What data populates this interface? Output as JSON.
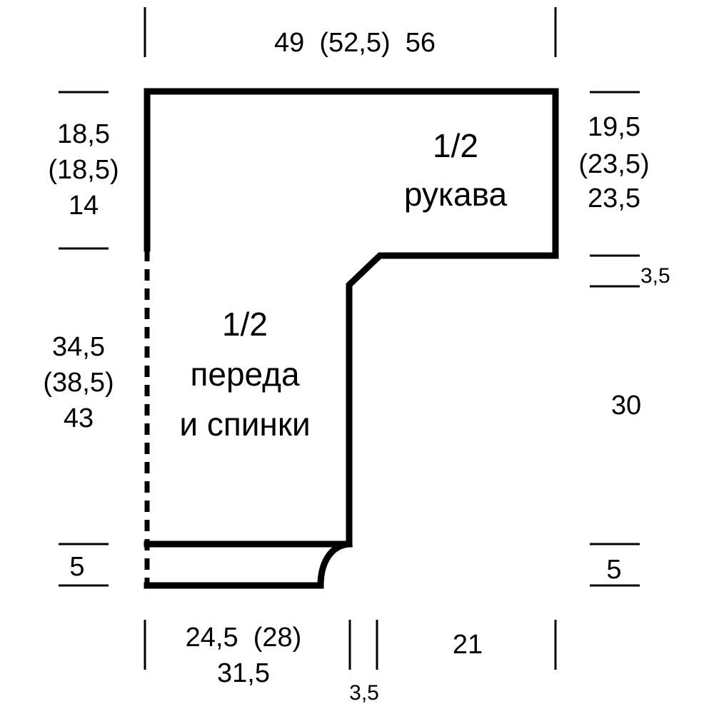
{
  "pieces": {
    "sleeve": {
      "line1": "1/2",
      "line2": "рукава"
    },
    "body": {
      "line1": "1/2",
      "line2": "переда",
      "line3": "и спинки"
    }
  },
  "dimensions": {
    "top_width": "49  (52,5)  56",
    "left_sleeve": [
      "18,5",
      "(18,5)",
      "14"
    ],
    "right_sleeve": [
      "19,5",
      "(23,5)",
      "23,5"
    ],
    "right_step": "3,5",
    "left_body": [
      "34,5",
      "(38,5)",
      "43"
    ],
    "right_body": "30",
    "left_rib": "5",
    "right_rib": "5",
    "bottom_body": [
      "24,5  (28)",
      "31,5"
    ],
    "bottom_step": "3,5",
    "bottom_sleeve": "21"
  }
}
